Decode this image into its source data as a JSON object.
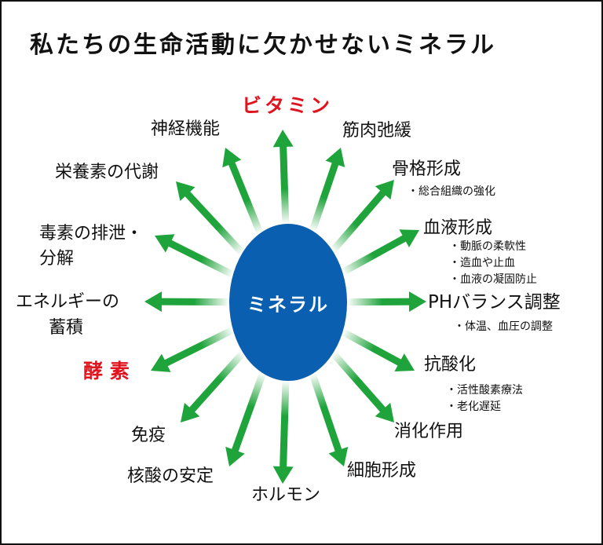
{
  "title": "私たちの生命活動に欠かせないミネラル",
  "center": {
    "label": "ミネラル",
    "color": "#0a5fb0"
  },
  "arrow_color": "#1fa33b",
  "highlight_color": "#e0141e",
  "labels": {
    "vitamin": "ビタミン",
    "nerve": "神経機能",
    "muscle": "筋肉弛緩",
    "nutrient": "栄養素の代謝",
    "bone": {
      "title": "骨格形成",
      "items": [
        "・総合組織の強化"
      ]
    },
    "toxin": {
      "line1": "毒素の排泄・",
      "line2": "分解"
    },
    "blood": {
      "title": "血液形成",
      "items": [
        "・動脈の柔軟性",
        "・造血や止血",
        "・血液の凝固防止"
      ]
    },
    "energy": {
      "line1": "エネルギーの",
      "line2": "蓄積"
    },
    "ph": {
      "title": "PHバランス調整",
      "items": [
        "・体温、血圧の調整"
      ]
    },
    "enzyme": "酵 素",
    "antioxidant": {
      "title": "抗酸化",
      "items": [
        "・活性酸素療法",
        "・老化遅延"
      ]
    },
    "immunity": "免疫",
    "digestion": "消化作用",
    "nucleic": "核酸の安定",
    "cell": "細胞形成",
    "hormone": "ホルモン"
  }
}
